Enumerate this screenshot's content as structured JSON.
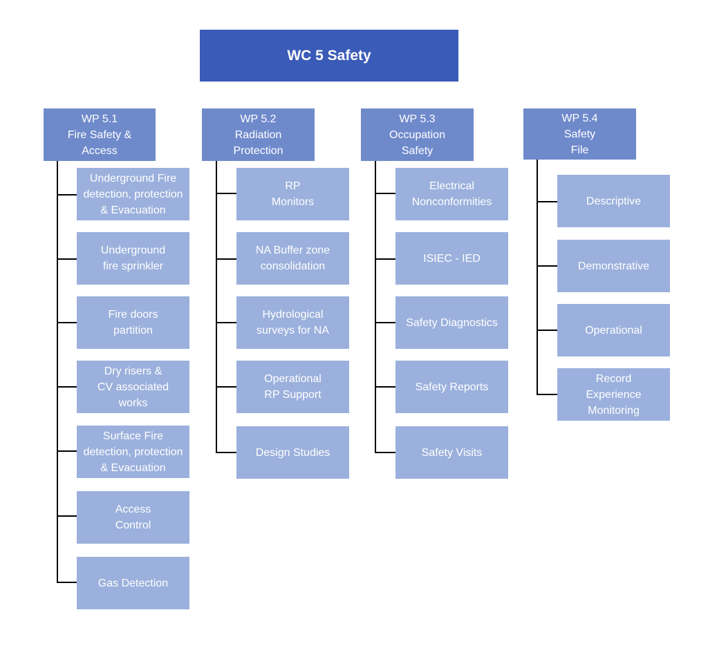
{
  "title": "WC 5 Safety",
  "colors": {
    "root": "#3a5bb7",
    "header": "#6f8acb",
    "item": "#9bb0dc",
    "connector": "#000000"
  },
  "work_packages": [
    {
      "header": [
        "WP 5.1",
        "Fire Safety &",
        "Access"
      ],
      "items": [
        [
          "Underground Fire",
          "detection, protection",
          "& Evacuation"
        ],
        [
          "Underground",
          "fire sprinkler"
        ],
        [
          "Fire doors",
          "partition"
        ],
        [
          "Dry risers &",
          "CV associated",
          "works"
        ],
        [
          "Surface Fire",
          "detection, protection",
          "& Evacuation"
        ],
        [
          "Access",
          "Control"
        ],
        [
          "Gas Detection"
        ]
      ]
    },
    {
      "header": [
        "WP 5.2",
        "Radiation",
        "Protection"
      ],
      "items": [
        [
          "RP",
          "Monitors"
        ],
        [
          "NA Buffer zone",
          "consolidation"
        ],
        [
          "Hydrological",
          "surveys for NA"
        ],
        [
          "Operational",
          "RP Support"
        ],
        [
          "Design Studies"
        ]
      ]
    },
    {
      "header": [
        "WP 5.3",
        "Occupation",
        "Safety"
      ],
      "items": [
        [
          "Electrical",
          "Nonconformities"
        ],
        [
          "ISIEC - IED"
        ],
        [
          "Safety Diagnostics"
        ],
        [
          "Safety Reports"
        ],
        [
          "Safety Visits"
        ]
      ]
    },
    {
      "header": [
        "WP 5.4",
        "Safety",
        "File"
      ],
      "items": [
        [
          "Descriptive"
        ],
        [
          "Demonstrative"
        ],
        [
          "Operational"
        ],
        [
          "Record",
          "Experience",
          "Monitoring"
        ]
      ]
    }
  ]
}
